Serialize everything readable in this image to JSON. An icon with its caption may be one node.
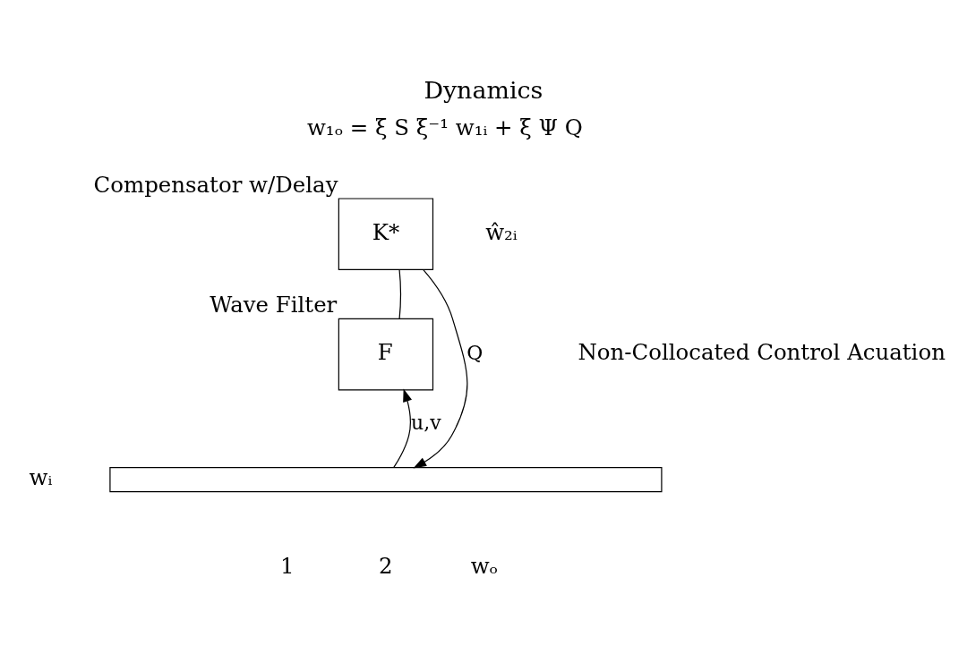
{
  "diagram": {
    "title": "Dynamics",
    "nodes": [
      {
        "text": [
          "K*"
        ],
        "beside": [
          "Compensator w/Delay"
        ]
      },
      {
        "text": [
          "F"
        ],
        "beside": [
          "Wave Filter"
        ]
      },
      {
        "text": [],
        "shape": "bar"
      }
    ],
    "edges": [
      {
        "from": 1,
        "to": 0,
        "arrow": "none"
      },
      {
        "from": 0,
        "to": 2,
        "arrow": "to",
        "label": "Q"
      },
      {
        "from": 2,
        "to": 1,
        "arrow": "to",
        "label": "u,v"
      }
    ],
    "labels": [
      "w₁ₒ = ξ S ξ⁻¹ w₁ᵢ + ξ Ψ Q",
      "ŵ₂ᵢ",
      "Non-Collocated Control Acuation",
      "wᵢ",
      "1",
      "2",
      "wₒ"
    ]
  }
}
